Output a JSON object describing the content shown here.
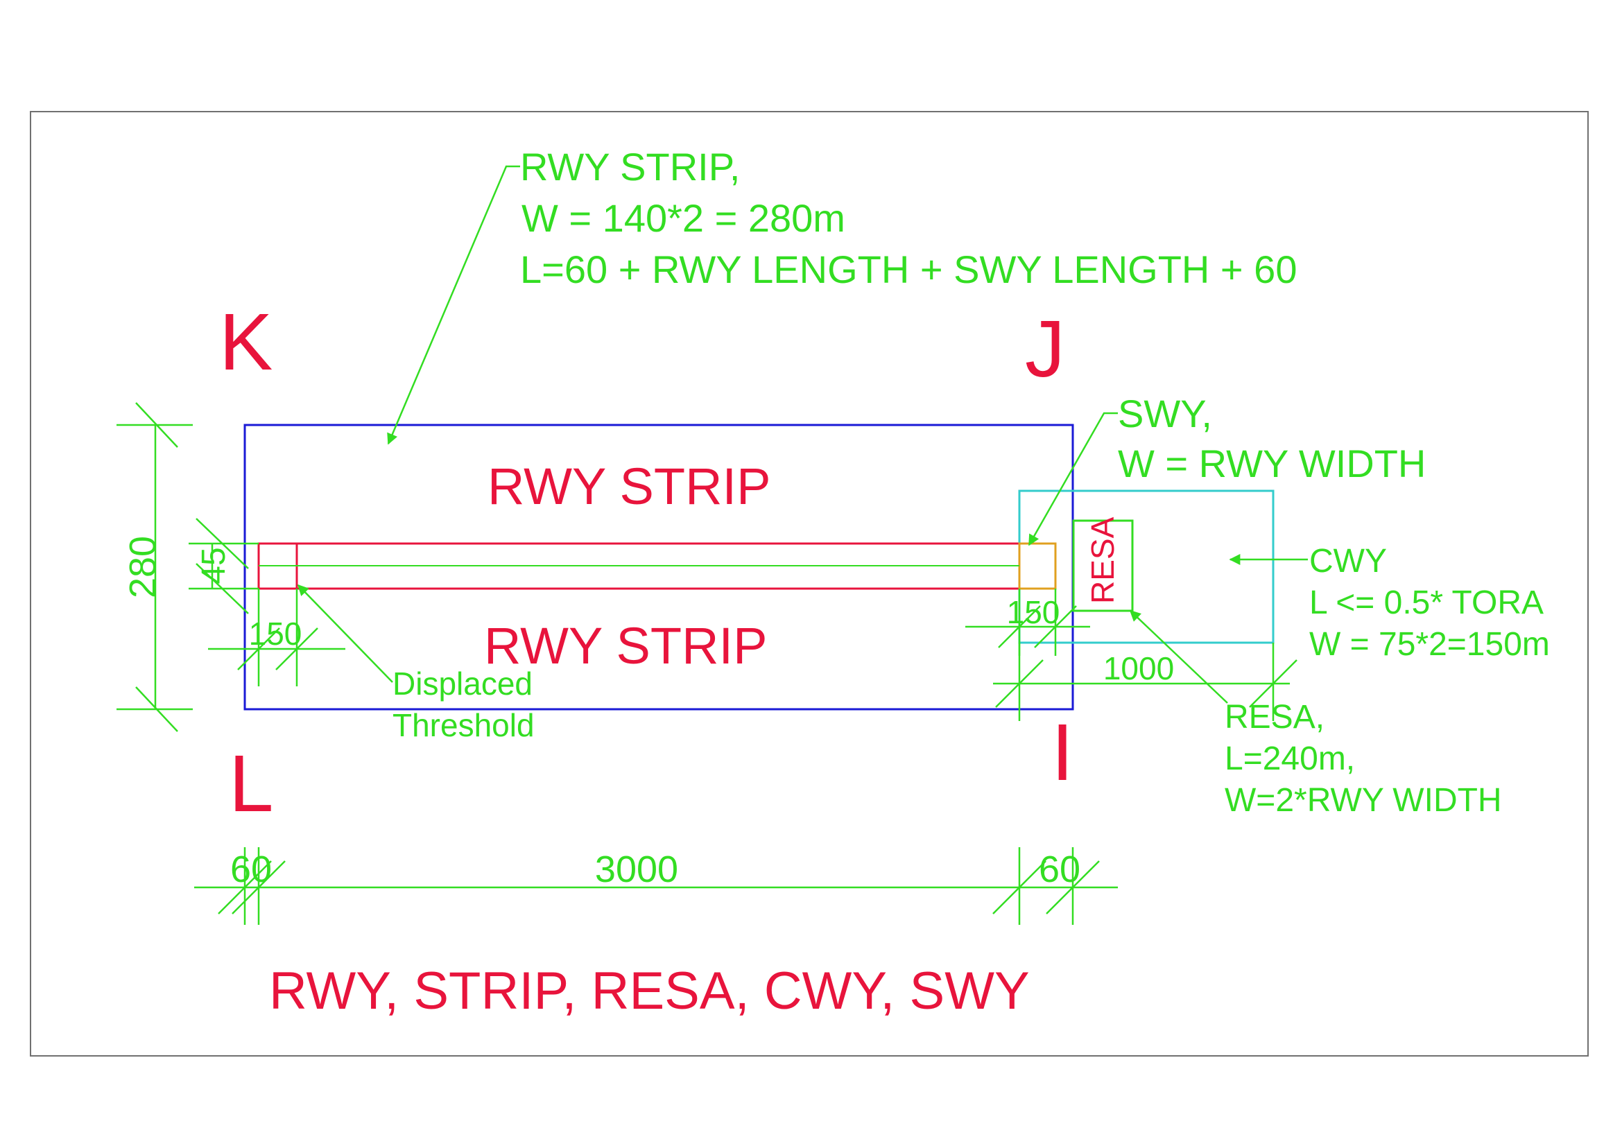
{
  "colors": {
    "green": "#33dd22",
    "red": "#e8143c",
    "blue": "#1a1ad6",
    "cyan": "#33cccc",
    "orange": "#e0a020",
    "frame": "#707070",
    "background": "#ffffff"
  },
  "corners": {
    "k": "K",
    "j": "J",
    "l": "L",
    "i": "I"
  },
  "areas": {
    "strip_upper": "RWY STRIP",
    "strip_lower": "RWY STRIP",
    "resa": "RESA"
  },
  "callouts": {
    "strip": {
      "line1": "RWY STRIP,",
      "line2": "W = 140*2 = 280m",
      "line3": "L=60 + RWY LENGTH + SWY LENGTH + 60"
    },
    "swy": {
      "line1": "SWY,",
      "line2": "W = RWY WIDTH"
    },
    "cwy": {
      "line1": "CWY",
      "line2": "L <= 0.5* TORA",
      "line3": "W = 75*2=150m"
    },
    "resa": {
      "line1": "RESA,",
      "line2": "L=240m,",
      "line3": "W=2*RWY WIDTH"
    },
    "threshold": {
      "line1": "Displaced",
      "line2": "Threshold"
    }
  },
  "dimensions": {
    "strip_width": "280",
    "rwy_width": "45",
    "threshold_offset": "150",
    "swy_length": "150",
    "cwy_length": "1000",
    "strip_end_left": "60",
    "rwy_length": "3000",
    "strip_end_right": "60"
  },
  "title": "RWY, STRIP, RESA, CWY, SWY"
}
